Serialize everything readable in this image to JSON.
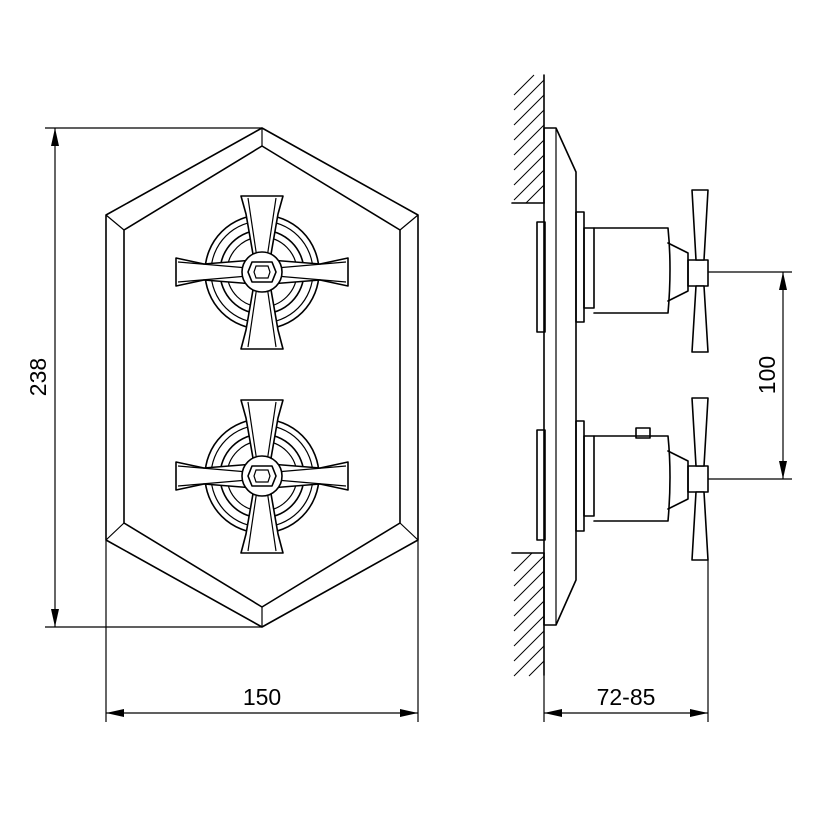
{
  "dimensions": {
    "height": "238",
    "width": "150",
    "depth": "72-85",
    "handle_spacing": "100"
  },
  "colors": {
    "line": "#000000",
    "background": "#ffffff"
  }
}
